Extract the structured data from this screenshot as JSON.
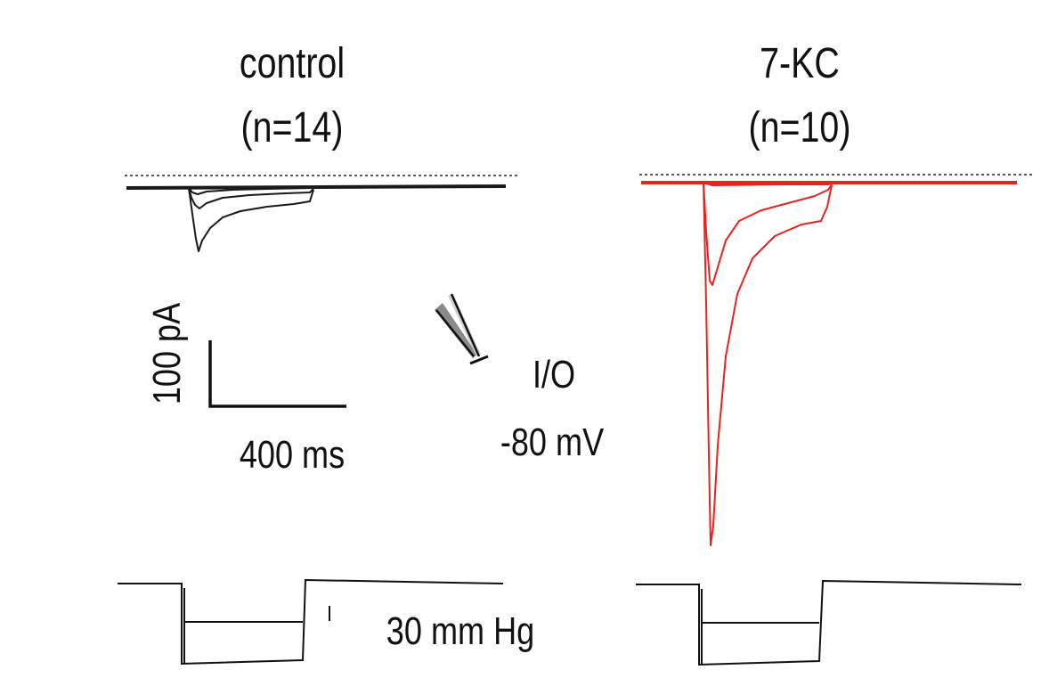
{
  "panels": {
    "control": {
      "title": "control",
      "n_label": "(n=14)",
      "trace_color": "#1a1a1a"
    },
    "kc": {
      "title": "7-KC",
      "n_label": "(n=10)",
      "trace_color": "#e8231f"
    }
  },
  "scale_bar": {
    "current_label": "100 pA",
    "time_label": "400 ms"
  },
  "recording": {
    "mode_label": "I/O",
    "holding_label": "-80 mV",
    "pipette_icon": "pipette-icon"
  },
  "stimulus": {
    "pressure_label": "30 mm Hg",
    "line_color": "#111111"
  }
}
